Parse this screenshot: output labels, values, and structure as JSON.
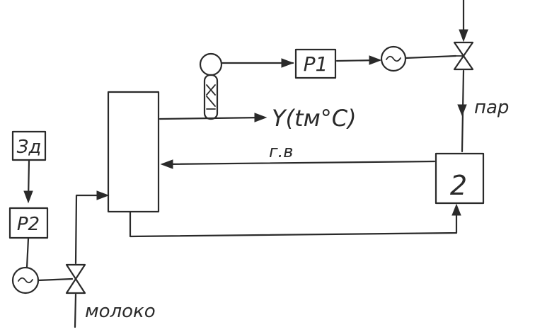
{
  "blocks": {
    "zd": "Зд",
    "p1": "P1",
    "p2": "P2",
    "heat_exchanger": "2"
  },
  "labels": {
    "steam": "пар",
    "hot_water": "г.в",
    "milk": "молоко",
    "output_signal": "Y(tм°C)"
  },
  "colors": {
    "ink": "#2a2a2a",
    "background": "#ffffff"
  }
}
